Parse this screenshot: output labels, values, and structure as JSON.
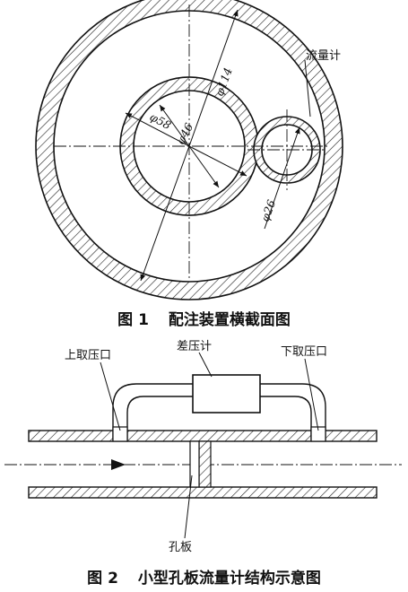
{
  "figure1": {
    "caption_number": "图 1",
    "caption_text": "配注装置横截面图",
    "flowmeter_label": "流量计",
    "dimensions": {
      "d114": "φ114",
      "d58": "φ58",
      "d46": "φ46",
      "d26": "φ26"
    }
  },
  "figure2": {
    "caption_number": "图 2",
    "caption_text": "小型孔板流量计结构示意图",
    "labels": {
      "differential_meter": "差压计",
      "upper_tap": "上取压口",
      "lower_tap": "下取压口",
      "orifice": "孔板"
    }
  }
}
